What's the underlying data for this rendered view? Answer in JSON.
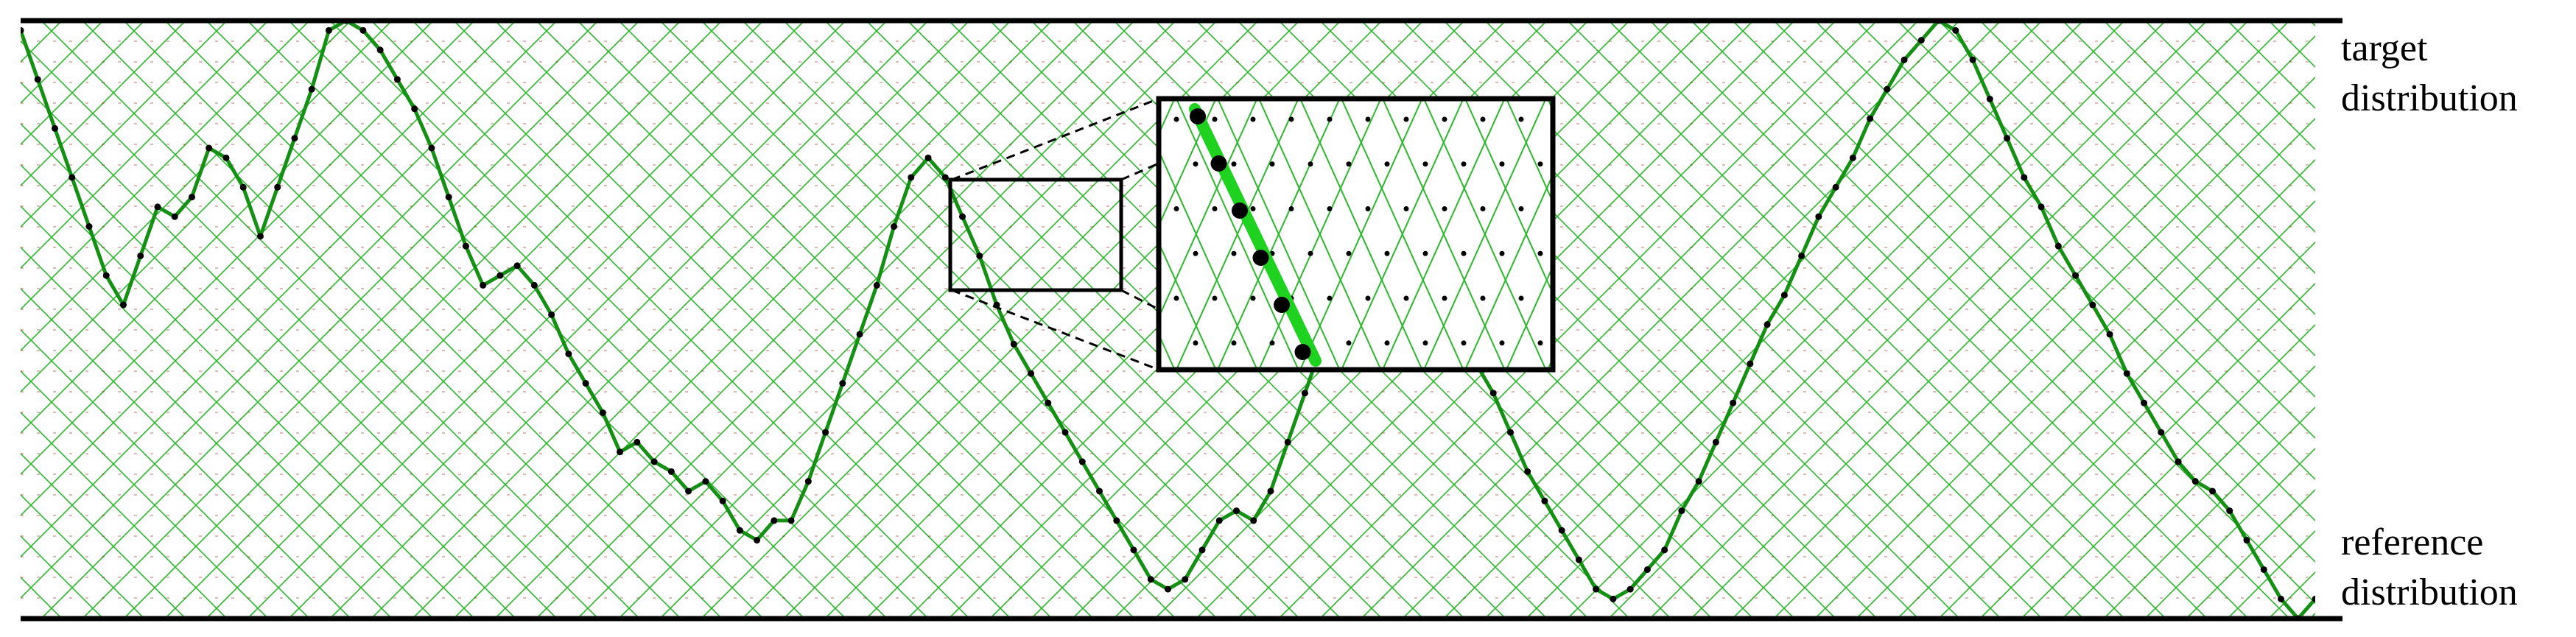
{
  "labels": {
    "target_line1": "target",
    "target_line2": "distribution",
    "reference_line1": "reference",
    "reference_line2": "distribution"
  },
  "colors": {
    "lattice": "#2db82d",
    "path": "#159015",
    "path_inset": "#1fd21f",
    "dots": "#000000",
    "dot_accent": "#8b0000",
    "border": "#000000"
  },
  "levels": 29,
  "path_levels": [
    28,
    23,
    18,
    13,
    8,
    3,
    0,
    5,
    10,
    9,
    11,
    16,
    15,
    12,
    7,
    12,
    17,
    22,
    28,
    29,
    28,
    26,
    23,
    20,
    16,
    11,
    6,
    2,
    3,
    4,
    2,
    -1,
    -5,
    -8,
    -11,
    -15,
    -14,
    -16,
    -17,
    -19,
    -18,
    -20,
    -23,
    -24,
    -22,
    -22,
    -18,
    -13,
    -8,
    -3,
    2,
    8,
    13,
    15,
    13,
    9,
    5,
    0,
    -4,
    -7,
    -10,
    -13,
    -16,
    -19,
    -22,
    -25,
    -28,
    -29,
    -28,
    -25,
    -22,
    -21,
    -22,
    -19,
    -14,
    -9,
    -4,
    1,
    6,
    9,
    7,
    5,
    3,
    0,
    -3,
    -6,
    -9,
    -13,
    -17,
    -20,
    -23,
    -26,
    -29,
    -30,
    -29,
    -27,
    -25,
    -21,
    -18,
    -14,
    -10,
    -6,
    -2,
    1,
    5,
    9,
    12,
    15,
    19,
    22,
    25,
    27,
    29,
    28,
    25,
    21,
    17,
    13,
    10,
    6,
    3,
    0,
    -3,
    -7,
    -10,
    -13,
    -16,
    -18,
    -19,
    -21,
    -24,
    -27,
    -30,
    -32,
    -30
  ]
}
